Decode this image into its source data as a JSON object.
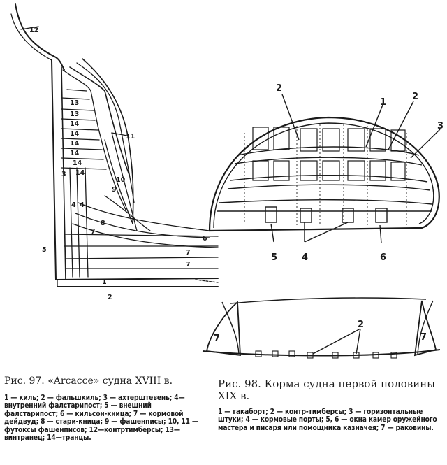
{
  "figure97": {
    "caption_title": "Рис. 97. «Arcacce» судна XVIII в.",
    "caption_text": "1 — киль; 2 — фальшкиль; 3 — ахтерштевень; 4—внутренний фалстарипост; 5 — внешний фалстарипост; 6 — кильсон-кница; 7 — кормовой дейдвуд; 8 — стари-кница; 9 — фашенписы; 10, 11 — футоксы фашенписов; 12—контртимберсы; 13—винтранец; 14—транцы.",
    "labels": {
      "l12": "12",
      "l13a": "13",
      "l13b": "13",
      "l14a": "14",
      "l14b": "14",
      "l14c": "14",
      "l14d": "14",
      "l14e": "14",
      "l14f": "14",
      "l11": "11",
      "l3": "3",
      "l9": "9",
      "l10": "10",
      "l4a": "4",
      "l4b": "4",
      "l8": "8",
      "l7a": "7",
      "l6": "6",
      "l7b": "7",
      "l7c": "7",
      "l5": "5",
      "l1": "1",
      "l2": "2"
    }
  },
  "figure98": {
    "caption_title": "Рис. 98. Корма судна первой половины XIX в.",
    "caption_text": "1 — гакаборт; 2 — контр-тимберсы; 3 — горизонтальные штуки; 4 — кормовые порты; 5, 6 — окна камер оружейного мастера и писаря или помощника казначея; 7 — раковины.",
    "labels": {
      "top2": "2",
      "top1": "1",
      "top2b": "2",
      "top3": "3",
      "top5": "5",
      "top4": "4",
      "top6": "6",
      "bot2": "2",
      "bot7a": "7",
      "bot7b": "7"
    }
  }
}
